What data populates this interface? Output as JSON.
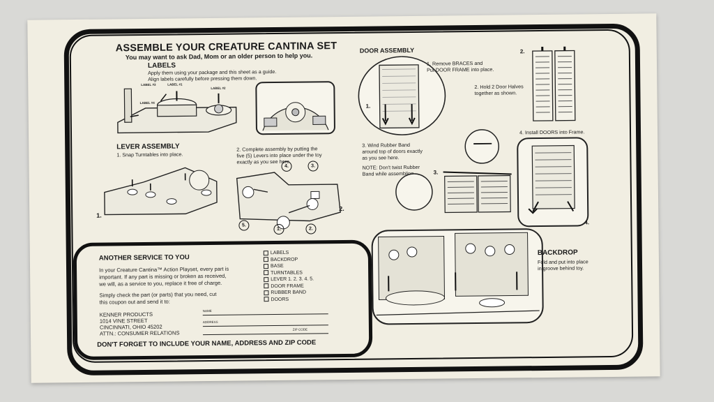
{
  "left": {
    "title": "ASSEMBLE YOUR CREATURE CANTINA SET",
    "subtitle": "You may want to ask Dad, Mom or an older person to help you.",
    "labels": {
      "heading": "LABELS",
      "text_1": "Apply them using your package and this sheet as a guide.",
      "text_2": "Align labels carefully before pressing them down.",
      "callouts": [
        "LABEL #3",
        "LABEL #1",
        "LABEL #2",
        "LABEL #4"
      ]
    },
    "lever": {
      "heading": "LEVER ASSEMBLY",
      "step1": "1. Snap Turntables into place.",
      "step2_a": "2. Complete assembly by putting the",
      "step2_b": "five (5) Levers into place under the toy",
      "step2_c": "exactly as you see here.",
      "step_num_1": "1.",
      "step_num_2": "2.",
      "markers": [
        "4.",
        "3.",
        "5.",
        "1.",
        "2."
      ]
    }
  },
  "coupon": {
    "title": "ANOTHER SERVICE TO YOU",
    "p1_a": "In your Creature Cantina™ Action Playset, every part is",
    "p1_b": "important. If any part is missing or broken as received,",
    "p1_c": "we will, as a service to you, replace it free of charge.",
    "p2_a": "Simply check the part (or parts) that you need, cut",
    "p2_b": "this coupon out and send it to:",
    "addr": [
      "KENNER PRODUCTS",
      "1014 VINE STREET",
      "CINCINNATI, OHIO 45202",
      "ATTN.: CONSUMER RELATIONS"
    ],
    "fields": [
      "NAME",
      "ADDRESS",
      "ZIP CODE"
    ],
    "checklist": [
      "LABELS",
      "BACKDROP",
      "BASE",
      "TURNTABLES",
      "LEVER  1.  2.  3.  4.  5.",
      "DOOR FRAME",
      "RUBBER BAND",
      "DOORS"
    ],
    "footer": "DON'T FORGET TO INCLUDE YOUR NAME, ADDRESS AND ZIP CODE"
  },
  "right": {
    "door": {
      "heading": "DOOR ASSEMBLY",
      "s1_a": "1. Remove BRACES and",
      "s1_b": "Put DOOR FRAME into place.",
      "s2_a": "2. Hold 2 Door Halves",
      "s2_b": "together as shown.",
      "s3_a": "3. Wind Rubber Band",
      "s3_b": "around top of doors exactly",
      "s3_c": "as you see here.",
      "note_a": "NOTE: Don't twist Rubber",
      "note_b": "Band while assembling.",
      "s4": "4. Install DOORS into Frame.",
      "nums": [
        "1.",
        "2.",
        "3.",
        "4."
      ]
    },
    "backdrop": {
      "heading": "BACKDROP",
      "text_a": "Fold and put into place",
      "text_b": "in groove behind toy."
    }
  }
}
